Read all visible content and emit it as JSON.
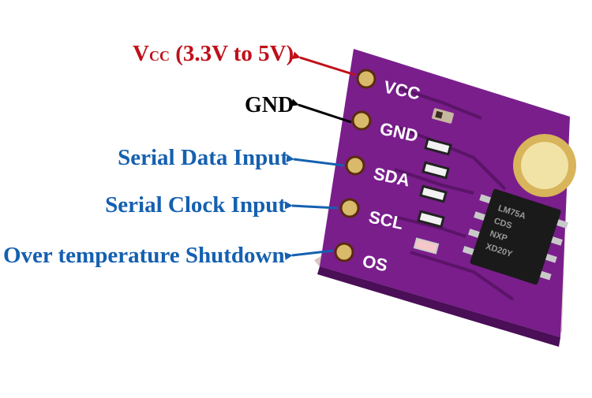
{
  "colors": {
    "red": "#c0101a",
    "blue": "#1560b0",
    "black": "#000000",
    "board": "#7a1e8c",
    "board_dark": "#4a0f57",
    "pad": "#d9b96a"
  },
  "callouts": {
    "vcc_v": "V",
    "vcc_sub": "CC",
    "vcc_range": " (3.3V to 5V)",
    "gnd": "GND",
    "sda": "Serial Data Input",
    "scl": "Serial Clock Input",
    "os": "Over temperature  Shutdown"
  },
  "pins": [
    "VCC",
    "GND",
    "SDA",
    "SCL",
    "OS"
  ],
  "chip_marking": [
    "LM75A",
    "CDS",
    "NXP",
    "XD20Y"
  ]
}
